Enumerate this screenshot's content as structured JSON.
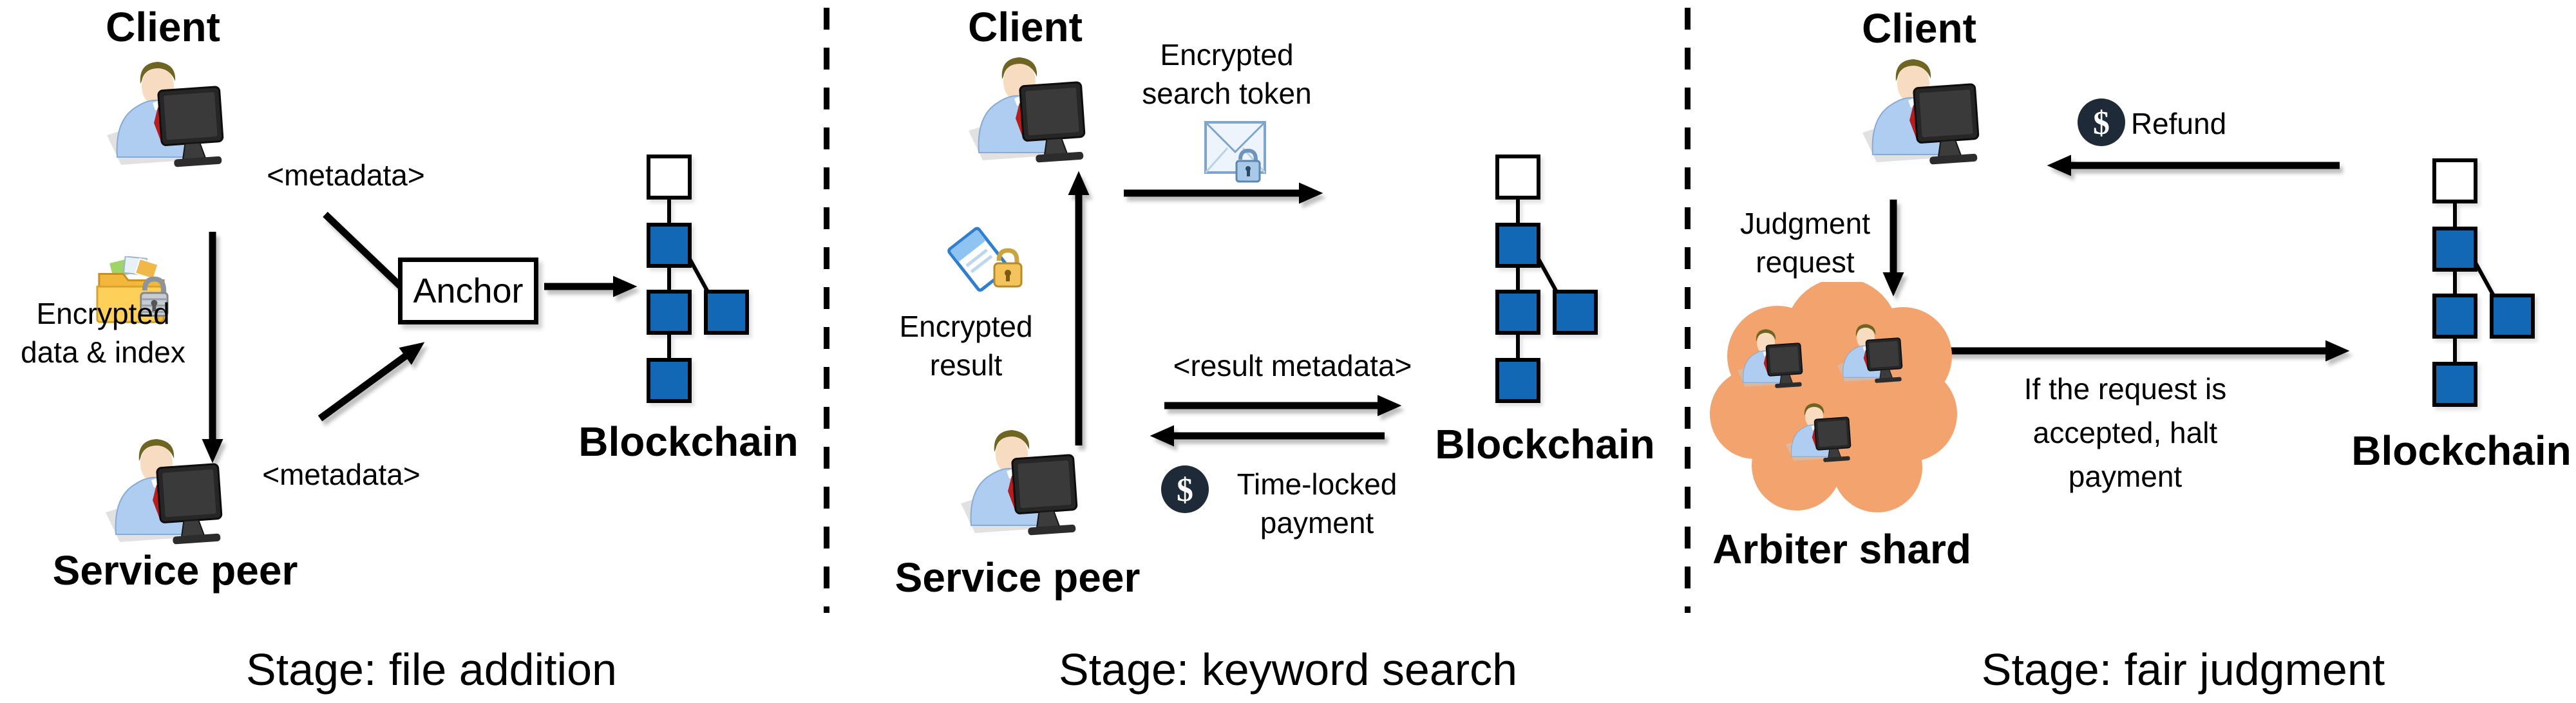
{
  "colors": {
    "block_blue": "#1268b4",
    "cloud_orange": "#f2a36e",
    "coin_navy": "#1e2a38",
    "arrow_black": "#000000",
    "background": "#ffffff"
  },
  "panels": [
    {
      "id": "file-addition",
      "client_label": "Client",
      "service_peer_label": "Service peer",
      "blockchain_label": "Blockchain",
      "anchor_label": "Anchor",
      "metadata_top": "<metadata>",
      "metadata_bottom": "<metadata>",
      "encrypted_data_lines": [
        "Encrypted",
        "data & index"
      ],
      "stage_label": "Stage: file addition"
    },
    {
      "id": "keyword-search",
      "client_label": "Client",
      "service_peer_label": "Service peer",
      "blockchain_label": "Blockchain",
      "search_token_lines": [
        "Encrypted",
        "search token"
      ],
      "encrypted_result_lines": [
        "Encrypted",
        "result"
      ],
      "result_metadata": "<result metadata>",
      "time_locked_lines": [
        "Time-locked",
        "payment"
      ],
      "stage_label": "Stage: keyword search"
    },
    {
      "id": "fair-judgment",
      "client_label": "Client",
      "arbiter_label": "Arbiter shard",
      "blockchain_label": "Blockchain",
      "judgment_lines": [
        "Judgment",
        "request"
      ],
      "refund_label": "Refund",
      "halt_lines": [
        "If the request is",
        "accepted, halt",
        "payment"
      ],
      "stage_label": "Stage: fair judgment"
    }
  ],
  "icons": {
    "client": "person-at-computer",
    "service_peer": "person-at-computer",
    "arbiter_members": "person-at-computer",
    "encrypted_data": "folder-with-padlock",
    "encrypted_result": "document-with-padlock",
    "search_token": "envelope-with-padlock",
    "payment": "dollar-coin",
    "refund": "dollar-coin",
    "arbiter_shard": "cloud-of-peers",
    "blockchain": "block-chain-tree",
    "currency_symbol": "$"
  }
}
